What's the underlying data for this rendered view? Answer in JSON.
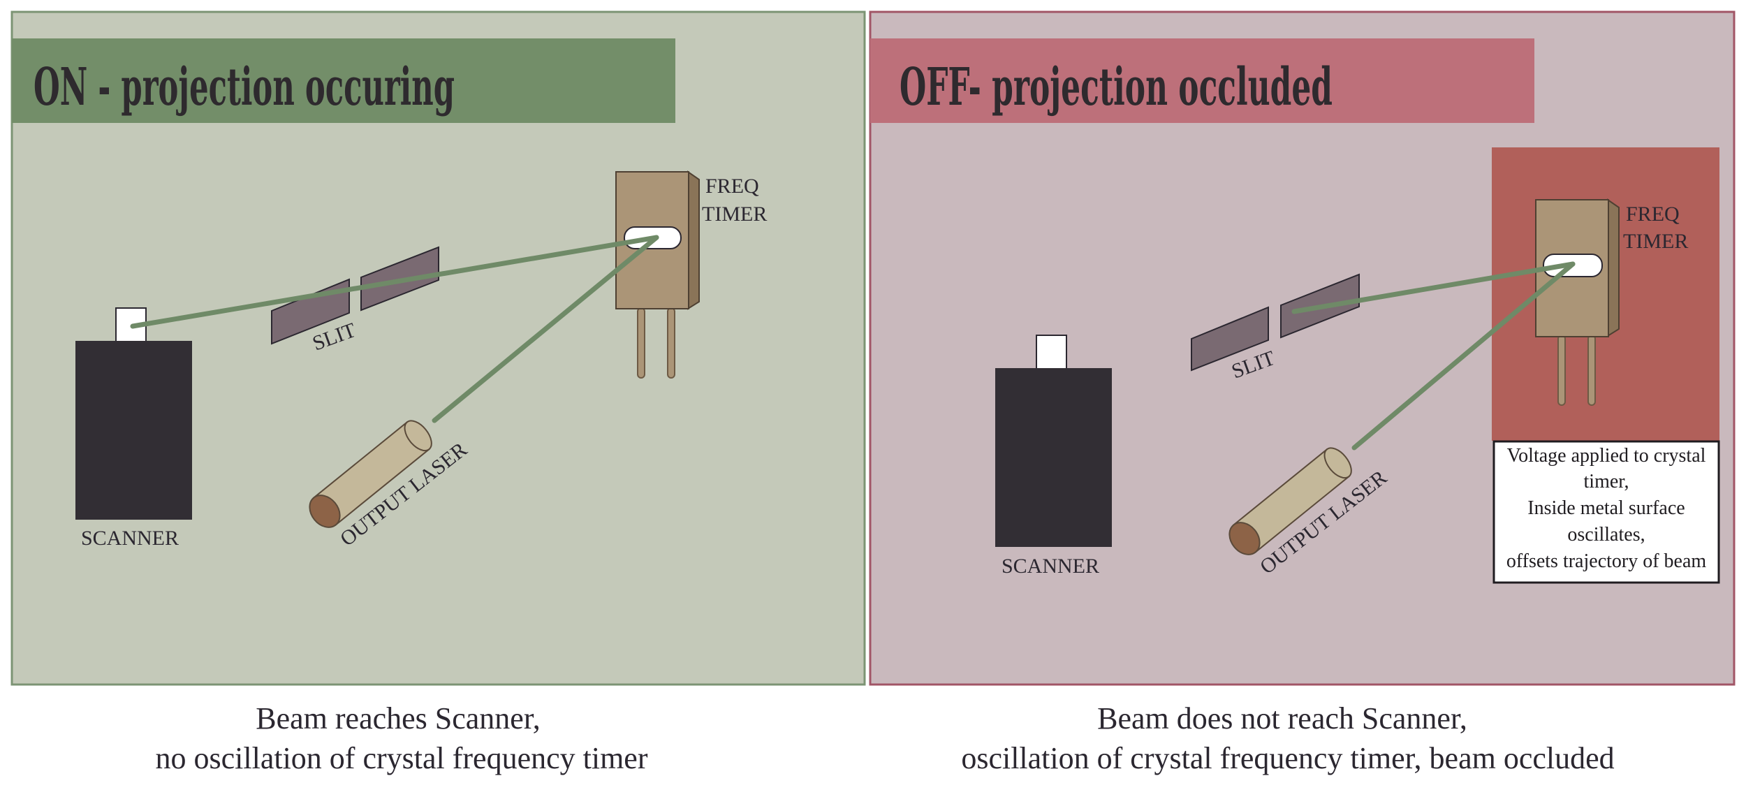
{
  "panels": {
    "on": {
      "title": "ON - projection occuring",
      "labels": {
        "freq": "FREQ",
        "timer": "TIMER",
        "slit": "SLIT",
        "laser": "OUTPUT LASER",
        "scanner": "SCANNER"
      },
      "caption_line1": "Beam reaches Scanner,",
      "caption_line2": "no oscillation of crystal frequency timer",
      "colors": {
        "background": "#c4c9b9",
        "header": "#738e69"
      }
    },
    "off": {
      "title": "OFF- projection occluded",
      "labels": {
        "freq": "FREQ",
        "timer": "TIMER",
        "slit": "SLIT",
        "laser": "OUTPUT LASER",
        "scanner": "SCANNER"
      },
      "note_lines": [
        "Voltage applied to crystal",
        "timer,",
        "Inside metal surface",
        "oscillates,",
        "offsets trajectory of beam"
      ],
      "caption_line1": "Beam does not reach Scanner,",
      "caption_line2": "oscillation of crystal frequency timer, beam occluded",
      "colors": {
        "background": "#c9b9bd",
        "header": "#bd707a",
        "highlight": "#b1605a"
      }
    }
  },
  "colors": {
    "beam": "#6f8a67",
    "scanner": "#322e34",
    "slit": "#7a6a72",
    "timer": "#ab9577",
    "laser": "#c4b89a"
  }
}
